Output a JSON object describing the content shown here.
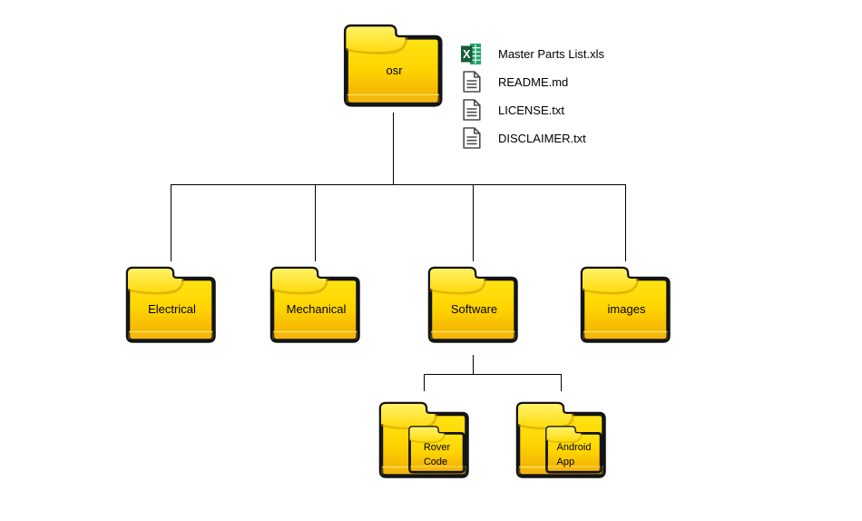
{
  "tree": {
    "root": {
      "label": "osr"
    },
    "root_files": [
      {
        "name": "Master Parts List.xls",
        "icon": "excel-file-icon"
      },
      {
        "name": "README.md",
        "icon": "document-file-icon"
      },
      {
        "name": "LICENSE.txt",
        "icon": "document-file-icon"
      },
      {
        "name": "DISCLAIMER.txt",
        "icon": "document-file-icon"
      }
    ],
    "level1_folders": [
      {
        "label": "Electrical"
      },
      {
        "label": "Mechanical"
      },
      {
        "label": "Software"
      },
      {
        "label": "images"
      }
    ],
    "software_children": [
      {
        "lines": [
          "Rover",
          "Code"
        ]
      },
      {
        "lines": [
          "Android",
          "App"
        ]
      }
    ]
  },
  "colors": {
    "folder_yellow_top": "#FFE91C",
    "folder_yellow_mid": "#FFD400",
    "folder_yellow_bottom": "#EFAA05",
    "folder_flap_top": "#FFF268",
    "folder_flap_bottom": "#FFDB0E",
    "folder_border": "#141414",
    "connector_line": "#000000",
    "excel_dark_green": "#185C37",
    "excel_green": "#21A366",
    "document_gray": "#4D4D4D",
    "label_text": "#000000"
  }
}
